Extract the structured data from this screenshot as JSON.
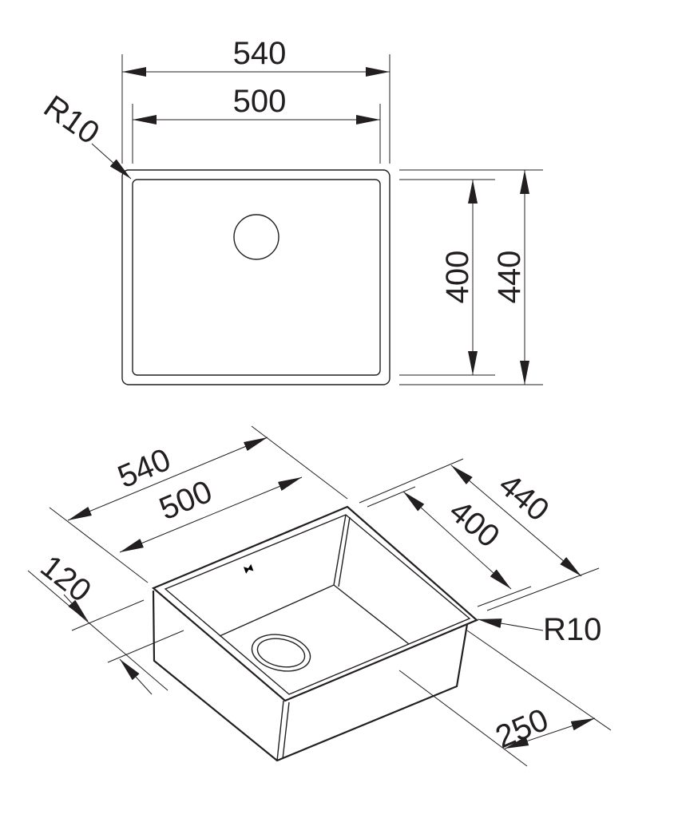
{
  "top_view": {
    "width_outer": "540",
    "width_inner": "500",
    "radius": "R10",
    "depth_inner": "400",
    "depth_outer": "440"
  },
  "iso_view": {
    "width_outer": "540",
    "width_inner": "500",
    "depth_outer": "440",
    "depth_inner": "400",
    "rim_height": "120",
    "radius": "R10",
    "bowl_depth": "250"
  },
  "colors": {
    "line": "#231f20",
    "background": "#ffffff"
  }
}
